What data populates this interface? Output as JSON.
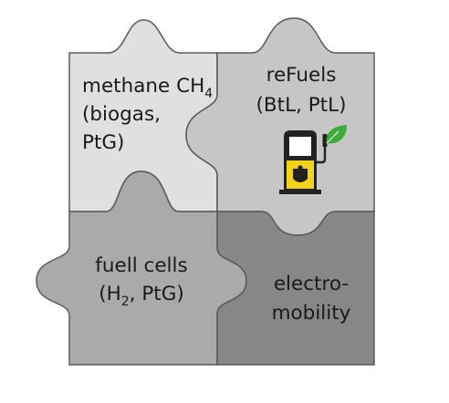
{
  "pieces": [
    {
      "id": "methane",
      "lines": [
        "methane CH",
        "(biogas,",
        "PtG)"
      ],
      "subscript": "4",
      "fill": "#e0e0e0"
    },
    {
      "id": "refuels",
      "lines": [
        "reFuels",
        "(BtL, PtL)"
      ],
      "fill": "#c6c6c6",
      "icon": "fuel-pump-with-leaf-icon"
    },
    {
      "id": "fuelcells",
      "lines": [
        "fuell cells",
        "(H",
        ", PtG)"
      ],
      "subscript": "2",
      "fill": "#aaaaaa"
    },
    {
      "id": "electromobility",
      "lines": [
        "electro-",
        "mobility"
      ],
      "fill": "#878787"
    }
  ],
  "colors": {
    "stroke": "#5a5a5a",
    "pump_body": "#222222",
    "pump_badge": "#f2d21b",
    "leaf": "#3cab3b"
  }
}
